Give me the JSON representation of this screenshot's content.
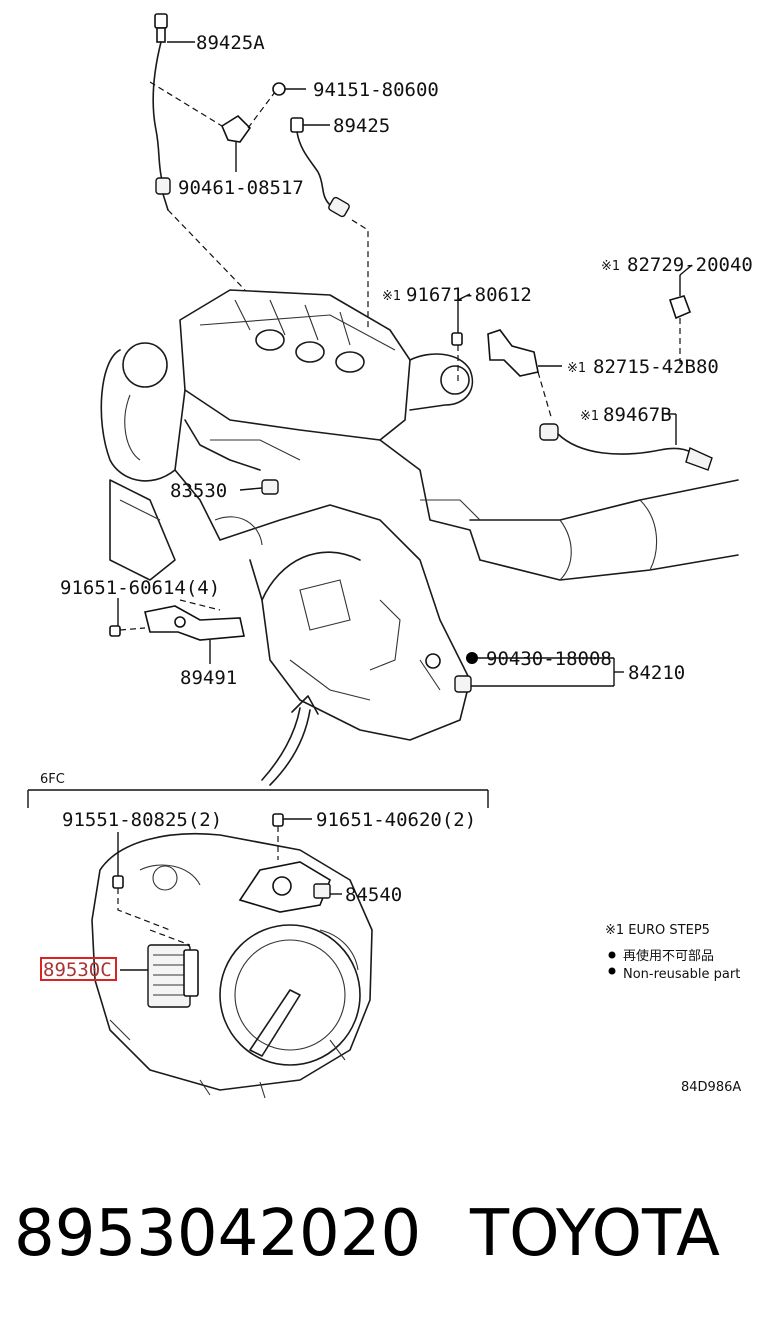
{
  "labels": {
    "p89425A": "89425A",
    "p94151": "94151-80600",
    "p89425": "89425",
    "p90461": "90461-08517",
    "p82729": "82729-20040",
    "p91671": "91671-80612",
    "p82715": "82715-42B80",
    "p89467B": "89467B",
    "p83530": "83530",
    "p91651_60614": "91651-60614(4)",
    "p90430": "90430-18008",
    "p84210": "84210",
    "p89491": "89491",
    "section": "6FC",
    "p91551": "91551-80825(2)",
    "p91651_40620": "91651-40620(2)",
    "p84540": "84540",
    "p89530C": "89530C",
    "mark1": "※1",
    "code": "84D986A"
  },
  "legend": {
    "euro": "※1 EURO STEP5",
    "reuse_jp": "再使用不可部品",
    "reuse_en": "Non-reusable part"
  },
  "footer": {
    "part_number": "8953042020",
    "brand": "TOYOTA"
  },
  "colors": {
    "highlight": "#dd2222",
    "line": "#111111"
  }
}
